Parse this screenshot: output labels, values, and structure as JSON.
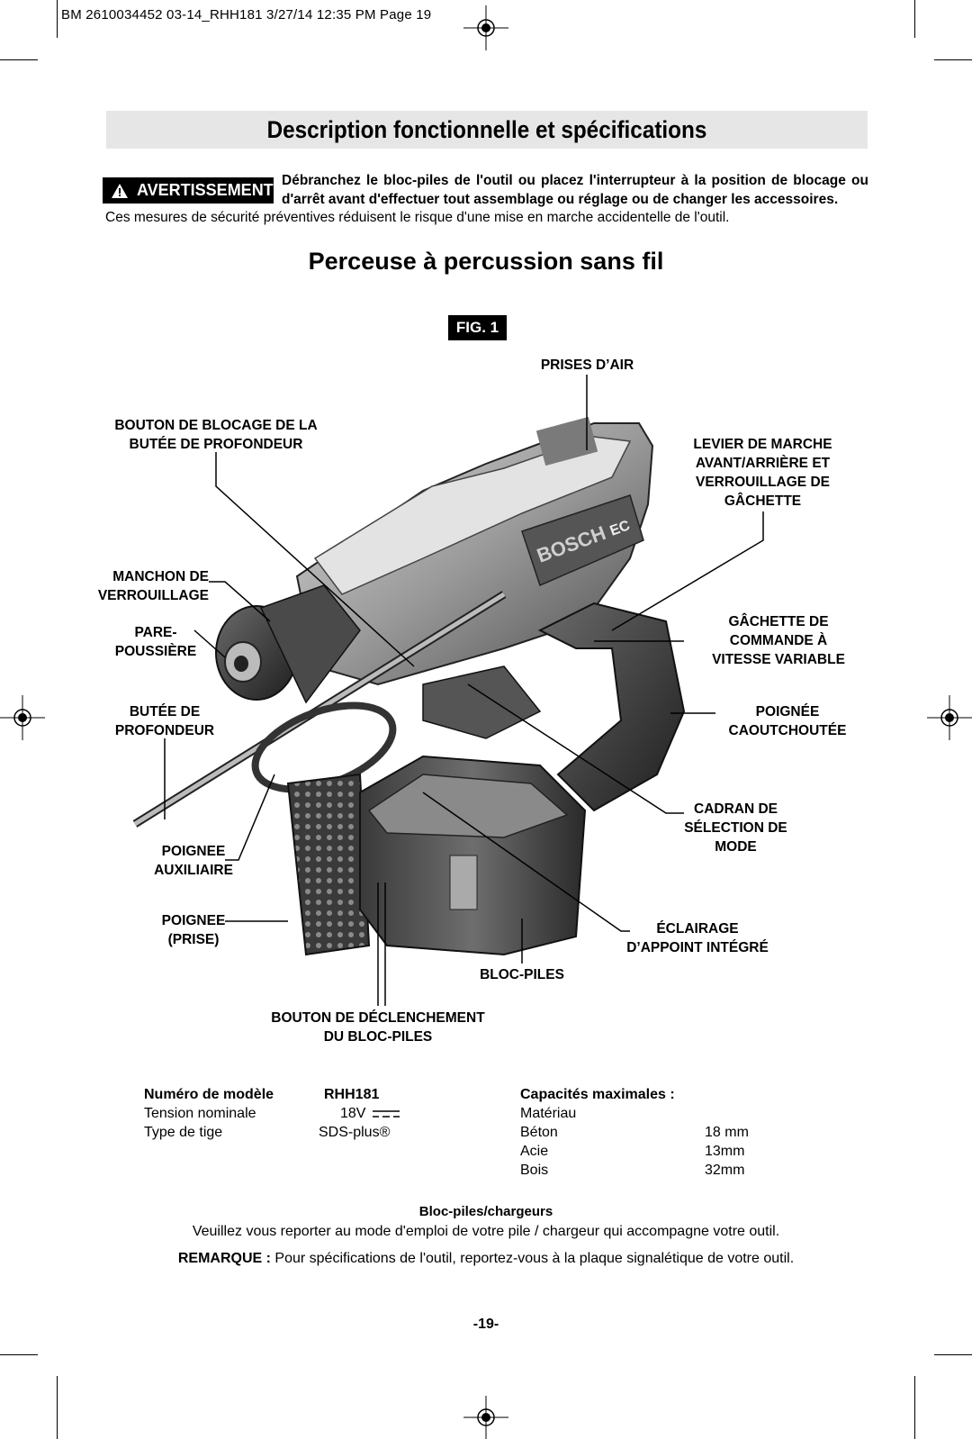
{
  "header": {
    "print_line": "BM 2610034452 03-14_RHH181  3/27/14  12:35 PM  Page 19"
  },
  "title": "Description fonctionnelle et spécifications",
  "warning": {
    "badge": "AVERTISSEMENT",
    "text": "Débranchez le bloc-piles de l'outil ou placez l'interrupteur à la position de blocage ou d'arrêt avant d'effectuer tout assemblage ou réglage ou de changer les accessoires.",
    "subtext": "Ces mesures de sécurité préventives réduisent le risque d'une mise en marche accidentelle de l'outil."
  },
  "subtitle": "Perceuse à percussion sans fil",
  "figure": {
    "badge": "FIG. 1",
    "brand_on_tool": "BOSCH",
    "motor_badge": "EC",
    "labels": {
      "prises_air": "PRISES D’AIR",
      "bouton_blocage_1": "BOUTON DE BLOCAGE DE LA",
      "bouton_blocage_2": "BUTÉE DE PROFONDEUR",
      "levier_1": "LEVIER DE MARCHE",
      "levier_2": "AVANT/ARRIÈRE ET",
      "levier_3": "VERROUILLAGE DE",
      "levier_4": "GÂCHETTE",
      "manchon_1": "MANCHON DE",
      "manchon_2": "VERROUILLAGE",
      "pare_1": "PARE-",
      "pare_2": "POUSSIÈRE",
      "gachette_1": "GÂCHETTE DE",
      "gachette_2": "COMMANDE À",
      "gachette_3": "VITESSE VARIABLE",
      "butee_1": "BUTÉE DE",
      "butee_2": "PROFONDEUR",
      "poignee_caout_1": "POIGNÉE",
      "poignee_caout_2": "CAOUTCHOUTÉE",
      "cadran_1": "CADRAN DE",
      "cadran_2": "SÉLECTION DE MODE",
      "poignee_aux_1": "POIGNEE",
      "poignee_aux_2": "AUXILIAIRE",
      "poignee_prise_1": "POIGNEE",
      "poignee_prise_2": "(PRISE)",
      "eclairage_1": "ÉCLAIRAGE",
      "eclairage_2": "D’APPOINT INTÉGRÉ",
      "bloc_piles": "BLOC-PILES",
      "bouton_decl_1": "BOUTON DE DÉCLENCHEMENT",
      "bouton_decl_2": "DU BLOC-PILES"
    }
  },
  "specs": {
    "model_label": "Numéro de modèle",
    "model_value": "RHH181",
    "voltage_label": "Tension nominale",
    "voltage_value": "18V",
    "shank_label": "Type de tige",
    "shank_value": "SDS-plus®",
    "capacities_title": "Capacités maximales :",
    "material_label": "Matériau",
    "rows": [
      {
        "material": "Béton",
        "value": "18 mm"
      },
      {
        "material": "Acie",
        "value": "13mm"
      },
      {
        "material": "Bois",
        "value": "32mm"
      }
    ]
  },
  "batteries": {
    "title": "Bloc-piles/chargeurs",
    "text": "Veuillez vous reporter au mode d'emploi de votre pile / chargeur qui accompagne votre outil."
  },
  "remark": {
    "label": "REMARQUE :",
    "text": " Pour spécifications de l'outil, reportez-vous à la plaque  signalétique de votre outil."
  },
  "page_number": "-19-"
}
